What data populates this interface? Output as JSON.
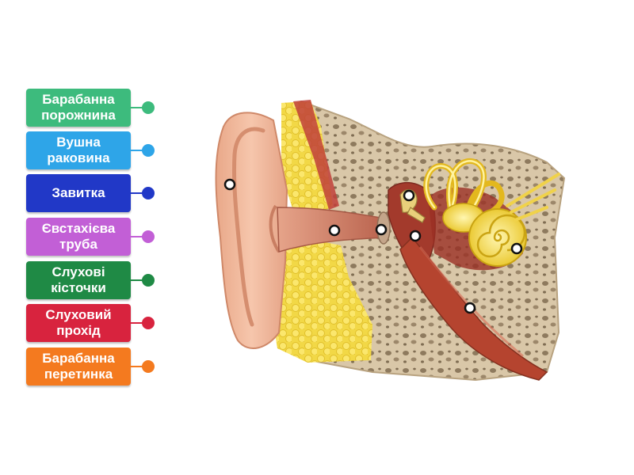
{
  "labels": [
    {
      "id": "tympanic-cavity",
      "text": "Барабанна порожнина",
      "color": "#3dbb7d"
    },
    {
      "id": "auricle",
      "text": "Вушна раковина",
      "color": "#2ea5e8"
    },
    {
      "id": "cochlea",
      "text": "Завитка",
      "color": "#2138c7"
    },
    {
      "id": "eustachian-tube",
      "text": "Євстахієва труба",
      "color": "#c25fd6"
    },
    {
      "id": "ossicles",
      "text": "Слухові кісточки",
      "color": "#1f8a45"
    },
    {
      "id": "ear-canal",
      "text": "Слуховий прохід",
      "color": "#d8233e"
    },
    {
      "id": "eardrum",
      "text": "Барабанна перетинка",
      "color": "#f47a1f"
    }
  ],
  "hotspots": [
    {
      "name": "hotspot-outer-ear"
    },
    {
      "name": "hotspot-ear-canal"
    },
    {
      "name": "hotspot-eardrum"
    },
    {
      "name": "hotspot-ossicles"
    },
    {
      "name": "hotspot-middle-ear"
    },
    {
      "name": "hotspot-cochlea"
    },
    {
      "name": "hotspot-eustachian-tube"
    }
  ]
}
